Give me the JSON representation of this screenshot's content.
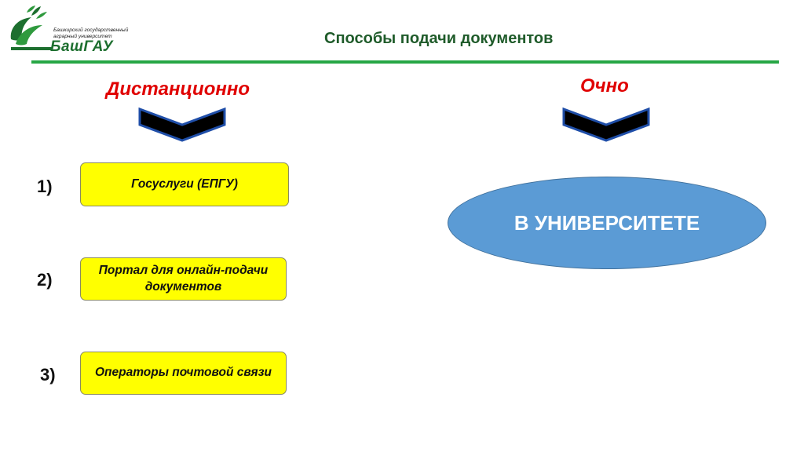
{
  "logo": {
    "line1": "Башкирский государственный",
    "line2": "аграрный университет",
    "wordmark": "БашГАУ",
    "icon": "wheat-leaf-icon",
    "colors": {
      "green": "#1d6f2f",
      "light_green": "#2f9a3e"
    }
  },
  "slide": {
    "title": "Способы подачи документов",
    "rule_color": "#27a745"
  },
  "remote": {
    "heading": "Дистанционно",
    "items": [
      {
        "number": "1)",
        "label": "Госуслуги (ЕПГУ)"
      },
      {
        "number": "2)",
        "label": "Портал для онлайн-подачи документов"
      },
      {
        "number": "3)",
        "label": "Операторы почтовой связи"
      }
    ]
  },
  "in_person": {
    "heading": "Очно",
    "items": [
      {
        "label": "В УНИВЕРСИТЕТЕ"
      }
    ]
  },
  "colors": {
    "heading": "#e00000",
    "box_fill": "#ffff00",
    "ellipse_fill": "#5b9bd5",
    "chevron_fill": "#000000",
    "chevron_outline": "#1f4ea8"
  }
}
